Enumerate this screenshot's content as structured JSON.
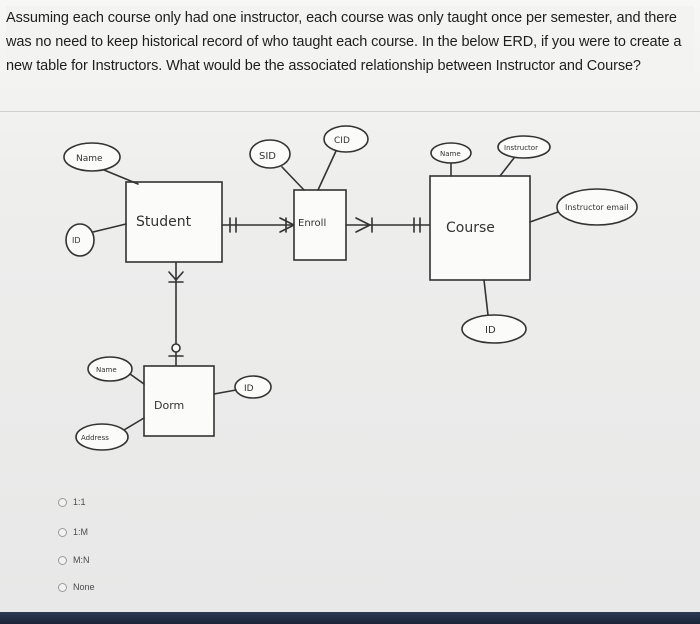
{
  "question": {
    "text": "Assuming each course only had one instructor, each course was only taught once per semester, and there was no need to keep historical record of who taught each course. In the below ERD, if you were to create a new table for Instructors. What would be the associated relationship between Instructor and Course?"
  },
  "diagram": {
    "entities": {
      "student": "Student",
      "enroll": "Enroll",
      "course": "Course",
      "dorm": "Dorm"
    },
    "attributes": {
      "student_name": "Name",
      "student_id": "ID",
      "enroll_sid": "SID",
      "enroll_cid": "CID",
      "course_name": "Name",
      "course_instructor": "Instructor",
      "course_instructor_email": "Instructor email",
      "course_id": "ID",
      "dorm_name": "Name",
      "dorm_address": "Address",
      "dorm_id": "ID"
    }
  },
  "options": [
    {
      "label": "1:1",
      "selected": false
    },
    {
      "label": "1:M",
      "selected": false
    },
    {
      "label": "M:N",
      "selected": false
    },
    {
      "label": "None",
      "selected": false
    }
  ],
  "colors": {
    "ink": "#333333",
    "paper": "#f3f3f2",
    "bar": "#1f2a40"
  }
}
